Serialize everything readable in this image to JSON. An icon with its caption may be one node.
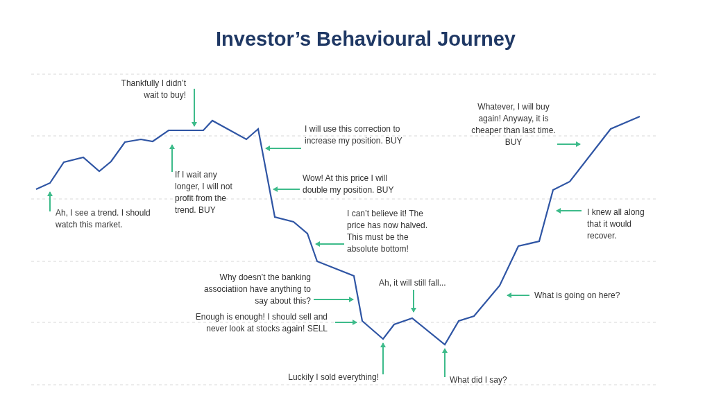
{
  "diagram": {
    "title": "Investor’s Behavioural Journey",
    "nodes": [
      {
        "text": [
          "Thankfully I didn’t wait to buy!"
        ]
      },
      {
        "text": [
          "If I wait any longer, I will not profit from the trend. BUY"
        ]
      },
      {
        "text": [
          "Ah, I see a trend. I should watch this market."
        ]
      },
      {
        "text": [
          "I will use this correction to increase my position. BUY"
        ]
      },
      {
        "text": [
          "Wow! At this price I will double my position. BUY"
        ]
      },
      {
        "text": [
          "I can’t believe it! The price has now halved. This must be the absolute bottom!"
        ]
      },
      {
        "text": [
          "Why doesn’t the banking associatiion have anything to say about this?"
        ]
      },
      {
        "text": [
          "Ah, it will still fall..."
        ]
      },
      {
        "text": [
          "Enough is enough! I should sell and never look at stocks again! SELL"
        ]
      },
      {
        "text": [
          "Luckily I sold everything!"
        ]
      },
      {
        "text": [
          "What did I say?"
        ]
      },
      {
        "text": [
          "What is going on here?"
        ]
      },
      {
        "text": [
          "I knew all along that it would recover."
        ]
      },
      {
        "text": [
          "Whatever, I will buy again! Anyway, it is cheaper than last time. BUY"
        ]
      }
    ],
    "edges": [
      {
        "from": 0,
        "to": null,
        "arrow": "to"
      },
      {
        "from": 1,
        "to": null,
        "arrow": "to"
      },
      {
        "from": 2,
        "to": null,
        "arrow": "to"
      },
      {
        "from": 3,
        "to": null,
        "arrow": "to"
      },
      {
        "from": 4,
        "to": null,
        "arrow": "to"
      },
      {
        "from": 5,
        "to": null,
        "arrow": "to"
      },
      {
        "from": 6,
        "to": null,
        "arrow": "to"
      },
      {
        "from": 7,
        "to": null,
        "arrow": "to"
      },
      {
        "from": 8,
        "to": null,
        "arrow": "to"
      },
      {
        "from": 9,
        "to": null,
        "arrow": "to"
      },
      {
        "from": 10,
        "to": null,
        "arrow": "to"
      },
      {
        "from": 11,
        "to": null,
        "arrow": "to"
      },
      {
        "from": 12,
        "to": null,
        "arrow": "to"
      },
      {
        "from": 13,
        "to": null,
        "arrow": "to"
      }
    ]
  }
}
